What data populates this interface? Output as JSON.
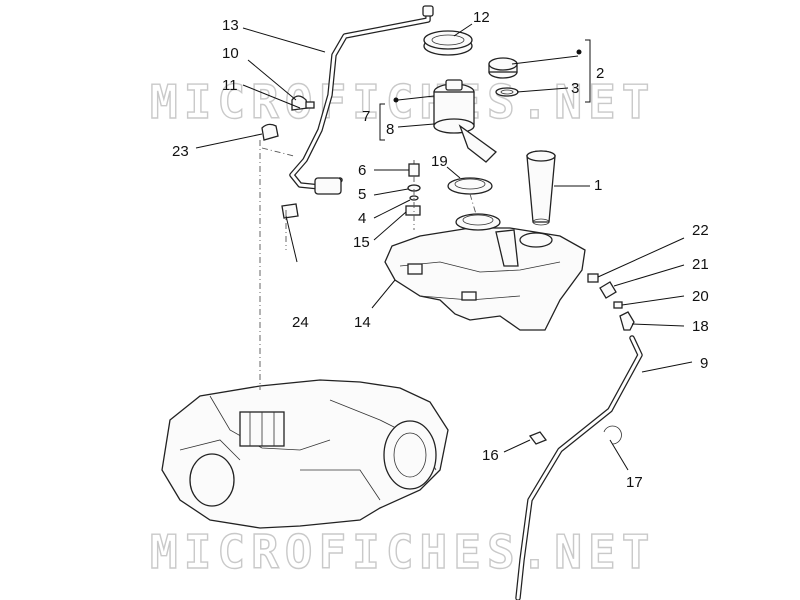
{
  "watermark": {
    "text": "MICROFICHES.NET"
  },
  "callouts": {
    "c1": "1",
    "c2": "2",
    "c3": "3",
    "c4": "4",
    "c5": "5",
    "c6": "6",
    "c7": "7",
    "c8": "8",
    "c9": "9",
    "c10": "10",
    "c11": "11",
    "c12": "12",
    "c13": "13",
    "c14": "14",
    "c15": "15",
    "c16": "16",
    "c17": "17",
    "c18": "18",
    "c19": "19",
    "c20": "20",
    "c21": "21",
    "c22": "22",
    "c23": "23",
    "c24": "24"
  }
}
